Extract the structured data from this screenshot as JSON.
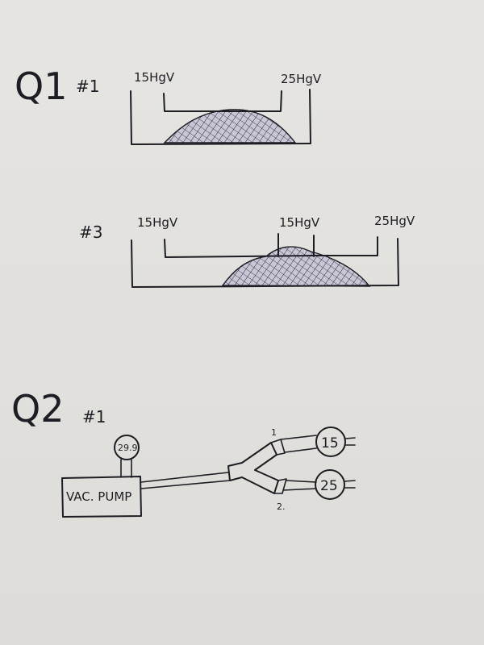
{
  "q1": {
    "heading": "Q1",
    "diagram1": {
      "number": "#1",
      "left_label": "15HgV",
      "right_label": "25HgV"
    },
    "diagram3": {
      "number": "#3",
      "left_label": "15HgV",
      "middle_label": "15HgV",
      "right_label": "25HgV"
    }
  },
  "q2": {
    "heading": "Q2",
    "number": "#1",
    "pump_label": "VAC. PUMP",
    "pump_gauge": "29.9",
    "branch1_label": "1",
    "branch2_label": "2.",
    "gauge1": "15",
    "gauge2": "25"
  },
  "colors": {
    "ink": "#1d1d24",
    "hatch_fill": "#c9c7d6",
    "paper": "#e3e2de"
  }
}
